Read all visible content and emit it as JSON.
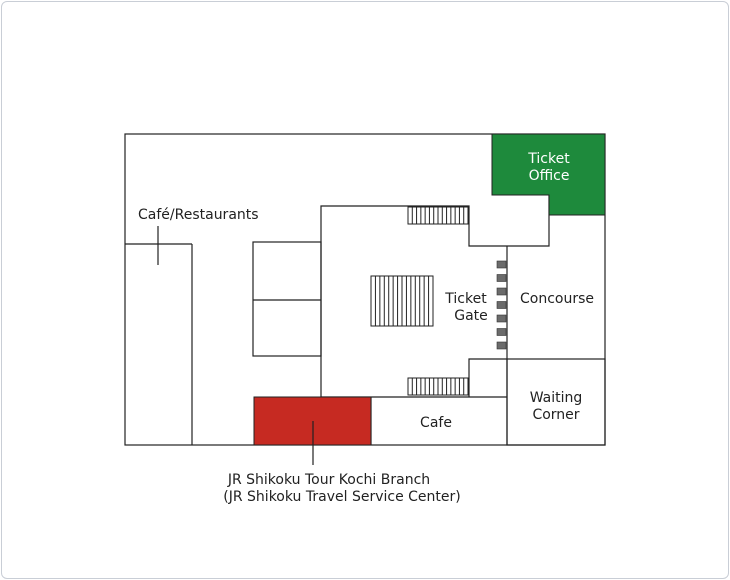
{
  "labels": {
    "cafe_restaurants": "Café/Restaurants",
    "ticket_office_line1": "Ticket",
    "ticket_office_line2": "Office",
    "ticket_gate_line1": "Ticket",
    "ticket_gate_line2": "Gate",
    "concourse": "Concourse",
    "waiting_line1": "Waiting",
    "waiting_line2": "Corner",
    "cafe": "Cafe",
    "jr_tour_line1": "JR Shikoku Tour Kochi Branch",
    "jr_tour_line2": "(JR Shikoku Travel Service Center)"
  },
  "colors": {
    "ticket_office": "#1e8a3c",
    "jr_tour_branch": "#c62a22",
    "outline": "#222222",
    "gate_marker": "#6b6b6b"
  }
}
